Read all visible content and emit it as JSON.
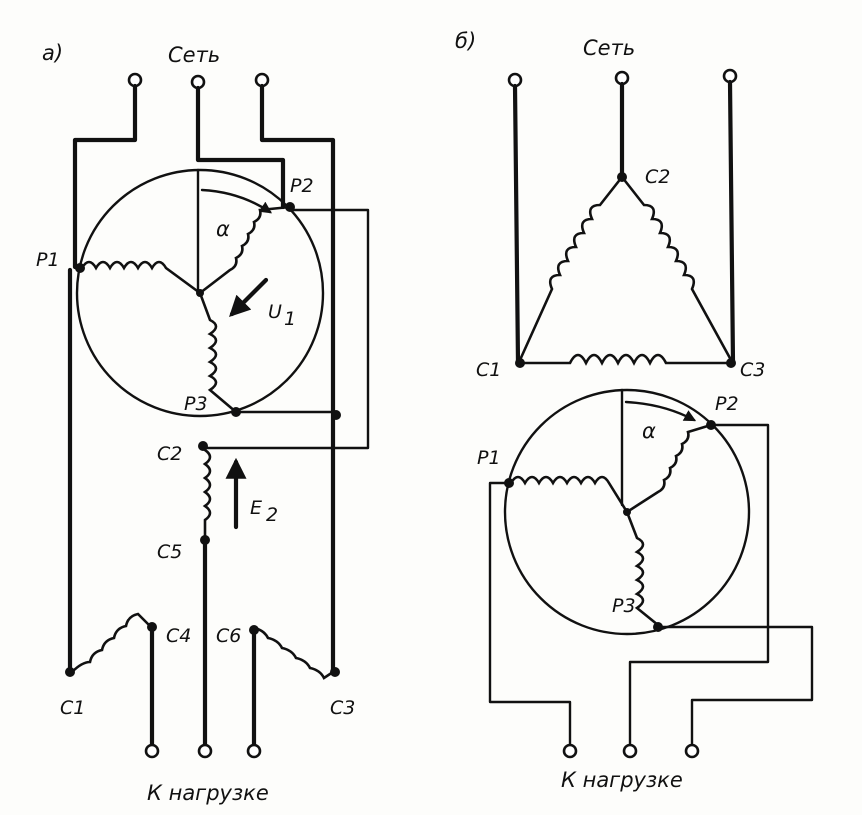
{
  "diagram_a": {
    "label": "а)",
    "title": "Сеть",
    "footer": "К нагрузке",
    "labels": {
      "p1": "P1",
      "p2": "P2",
      "p3": "P3",
      "c1": "C1",
      "c2": "C2",
      "c3": "C3",
      "c4": "C4",
      "c5": "C5",
      "c6": "C6",
      "alpha": "α",
      "u": "U",
      "u_sub": "1",
      "e": "E",
      "e_sub": "2"
    }
  },
  "diagram_b": {
    "label": "б)",
    "title": "Сеть",
    "footer": "К нагрузке",
    "labels": {
      "c1": "C1",
      "c2": "C2",
      "c3": "C3",
      "p1": "P1",
      "p2": "P2",
      "p3": "P3",
      "alpha": "α"
    }
  }
}
